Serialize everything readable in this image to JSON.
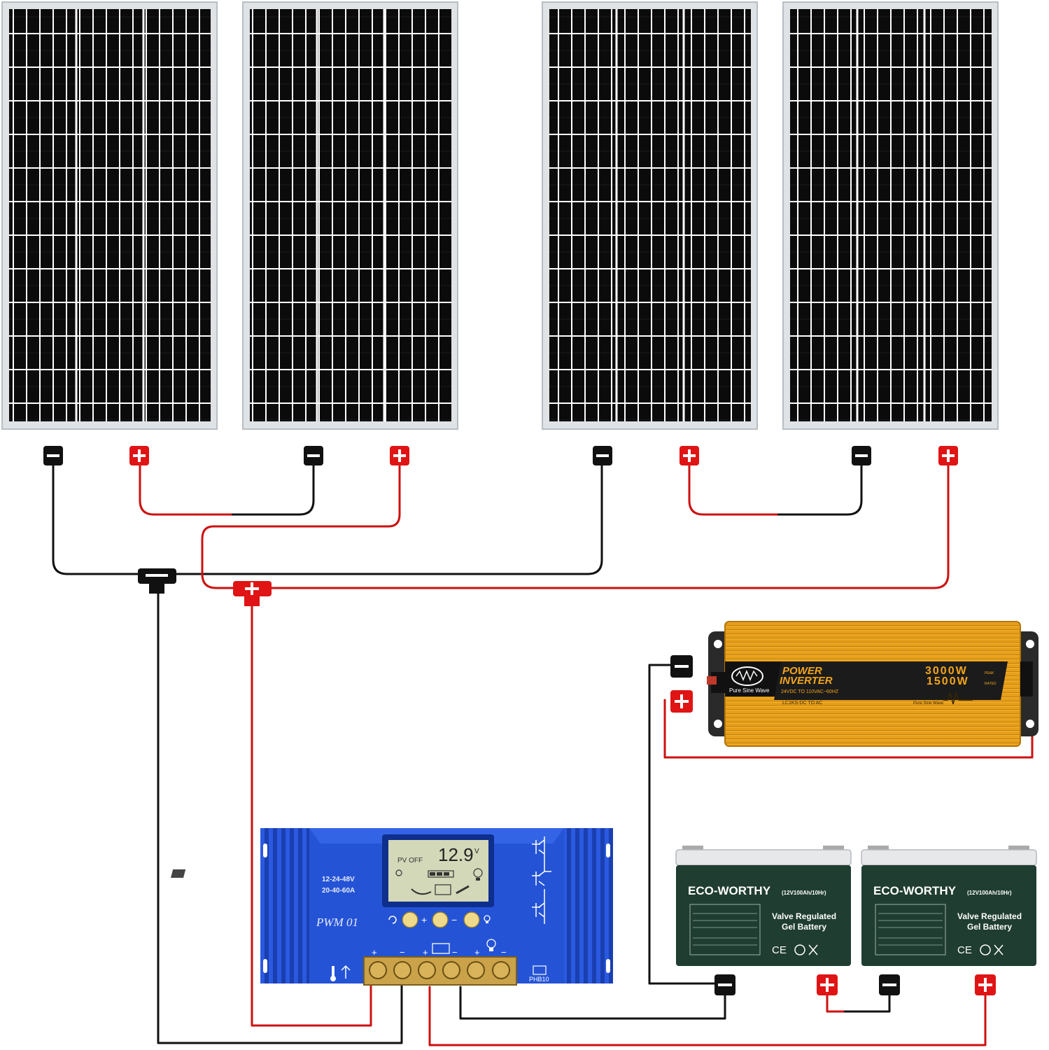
{
  "colors": {
    "wire_negative": "#111111",
    "wire_positive": "#cc1111",
    "panel_cell": "#0a0a0a",
    "panel_frame": "#d9dde0",
    "inverter_body": "#e8a21a",
    "controller_body": "#1f4fd1",
    "battery_body": "#1f3d30"
  },
  "icons": {
    "negative": "minus-icon",
    "positive": "plus-icon"
  },
  "inverter": {
    "title_line1": "POWER",
    "title_line2": "INVERTER",
    "wave_label": "Pure Sine Wave",
    "spec_line": "24VDC TO 110VAC~60HZ",
    "model_line": "LC1KS-DC TO AC",
    "peak": "3000W",
    "peak_unit": "PEAK",
    "rated": "1500W",
    "rated_unit": "RATED",
    "wave_label_small": "Pure Sine Wave"
  },
  "controller": {
    "display_status": "PV OFF",
    "display_value": "12.9",
    "display_unit": "V",
    "voltage_range": "12-24-48V",
    "current_range": "20-40-60A",
    "model": "PWM 01",
    "plate": "PHB10"
  },
  "batteries": [
    {
      "brand": "ECO-WORTHY",
      "spec": "(12V100Ah/10Hr)",
      "type_line1": "Valve Regulated",
      "type_line2": "Gel Battery"
    },
    {
      "brand": "ECO-WORTHY",
      "spec": "(12V100Ah/10Hr)",
      "type_line1": "Valve Regulated",
      "type_line2": "Gel Battery"
    }
  ]
}
